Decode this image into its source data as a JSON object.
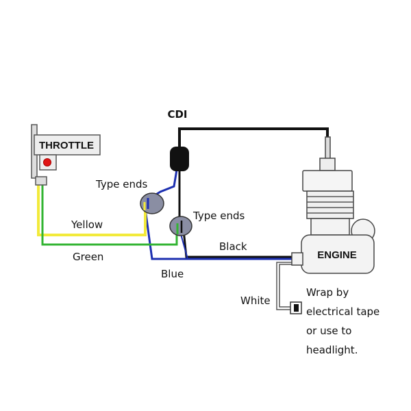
{
  "labels": {
    "cdi": "CDI",
    "throttle": "THROTTLE",
    "engine": "ENGINE",
    "type_ends_1": "Type ends",
    "type_ends_2": "Type ends",
    "yellow": "Yellow",
    "green": "Green",
    "black": "Black",
    "blue": "Blue",
    "white": "White",
    "note_lines": [
      "Wrap by",
      "electrical tape",
      "or use to",
      "headlight."
    ]
  },
  "colors": {
    "yellow_wire": "#f2ea3a",
    "green_wire": "#32b432",
    "blue_wire": "#1c2fb0",
    "black_wire": "#111111",
    "throttle_button": "#e01515",
    "connector_fill": "#8a8ea3",
    "engine_fill": "#f3f3f3"
  }
}
